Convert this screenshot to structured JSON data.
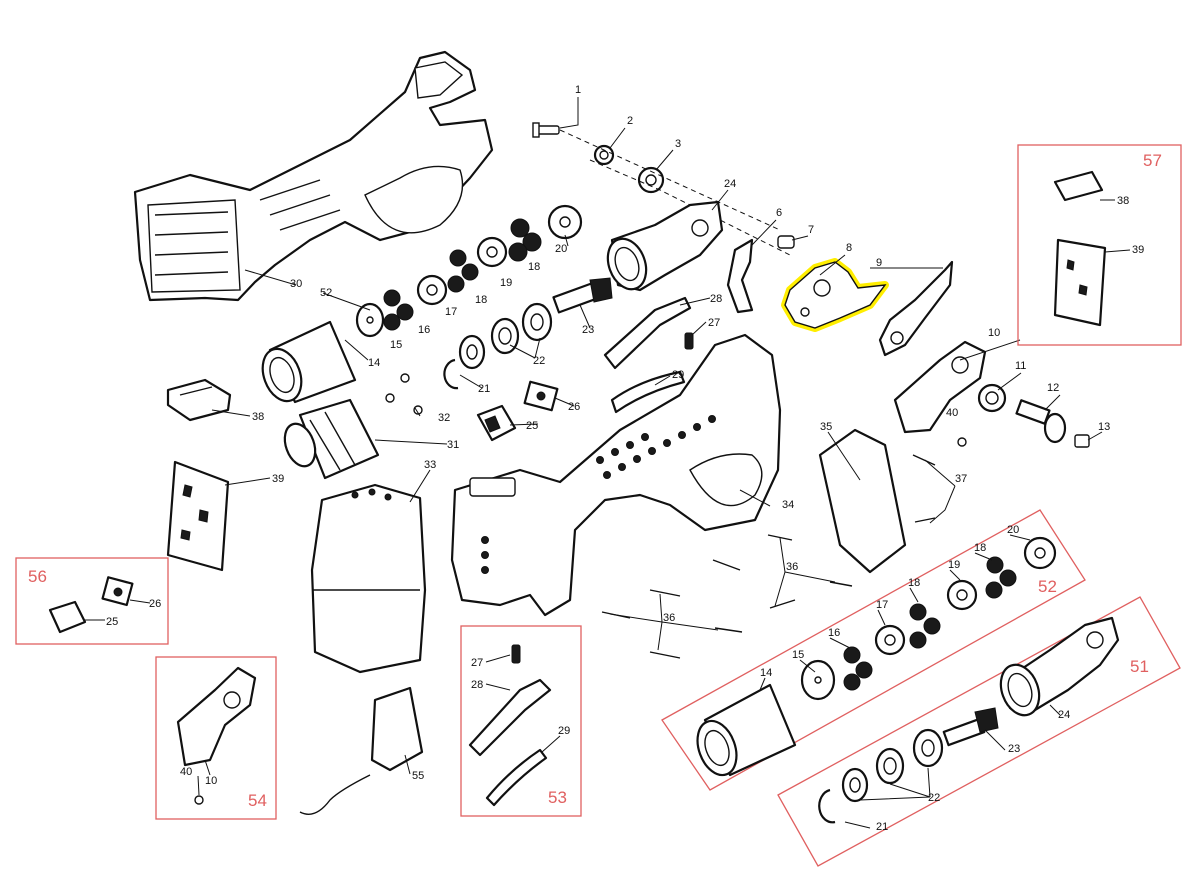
{
  "highlight_color": "#FFEE00",
  "group_color": "#E06060",
  "highlighted_part": "8",
  "callouts": {
    "c1": "1",
    "c2": "2",
    "c3": "3",
    "c6": "6",
    "c7": "7",
    "c8": "8",
    "c9": "9",
    "c10": "10",
    "c11": "11",
    "c12": "12",
    "c13": "13",
    "c14": "14",
    "c15": "15",
    "c16": "16",
    "c17": "17",
    "c18a": "18",
    "c18b": "18",
    "c19": "19",
    "c20": "20",
    "c21": "21",
    "c22": "22",
    "c23": "23",
    "c24": "24",
    "c25": "25",
    "c26": "26",
    "c27": "27",
    "c28": "28",
    "c29": "29",
    "c30": "30",
    "c31": "31",
    "c32": "32",
    "c33": "33",
    "c34": "34",
    "c35": "35",
    "c36a": "36",
    "c36b": "36",
    "c37": "37",
    "c38": "38",
    "c39": "39",
    "c40": "40",
    "c52": "52",
    "c55": "55"
  },
  "groups": {
    "g57": {
      "id": "57",
      "labels": {
        "a": "38",
        "b": "39"
      }
    },
    "g56": {
      "id": "56",
      "labels": {
        "a": "26",
        "b": "25"
      }
    },
    "g54": {
      "id": "54",
      "labels": {
        "a": "40",
        "b": "10"
      }
    },
    "g53": {
      "id": "53",
      "labels": {
        "a": "27",
        "b": "28",
        "c": "29"
      }
    },
    "g52": {
      "id": "52",
      "labels": {
        "a": "20",
        "b": "18",
        "c": "19",
        "d": "18",
        "e": "17",
        "f": "16",
        "g": "15",
        "h": "14"
      }
    },
    "g51": {
      "id": "51",
      "labels": {
        "a": "24",
        "b": "23",
        "c": "22",
        "d": "21"
      }
    }
  }
}
